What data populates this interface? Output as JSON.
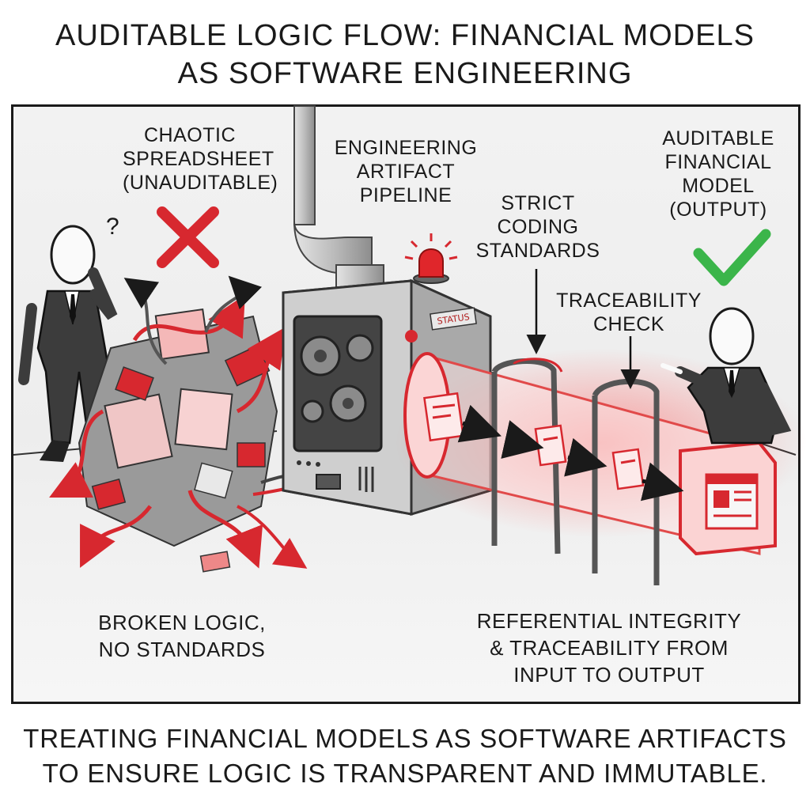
{
  "title": {
    "line1": "AUDITABLE LOGIC FLOW: FINANCIAL MODELS",
    "line2": "AS SOFTWARE ENGINEERING"
  },
  "labels": {
    "chaotic": [
      "CHAOTIC",
      "SPREADSHEET",
      "(UNAUDITABLE)"
    ],
    "pipeline": [
      "ENGINEERING",
      "ARTIFACT",
      "PIPELINE"
    ],
    "strict": [
      "STRICT",
      "CODING",
      "STANDARDS"
    ],
    "auditable": [
      "AUDITABLE",
      "FINANCIAL",
      "MODEL",
      "(OUTPUT)"
    ],
    "traceability": [
      "TRACEABILITY",
      "CHECK"
    ],
    "broken": [
      "BROKEN LOGIC,",
      "NO STANDARDS"
    ],
    "referential": [
      "REFERENTIAL INTEGRITY",
      "& TRACEABILITY FROM",
      "INPUT TO OUTPUT"
    ],
    "status": "STATUS",
    "question": "?"
  },
  "caption": {
    "line1": "TREATING FINANCIAL MODELS AS SOFTWARE ARTIFACTS",
    "line2": "TO ENSURE LOGIC IS TRANSPARENT AND IMMUTABLE."
  },
  "colors": {
    "accent_red": "#d7282f",
    "check_green": "#3bb54a",
    "ink": "#1a1a1a",
    "machine_gray": "#b9b9b9"
  },
  "icons": {
    "reject": "red-x-icon",
    "approve": "green-check-icon",
    "confused": "question-mark-icon"
  }
}
